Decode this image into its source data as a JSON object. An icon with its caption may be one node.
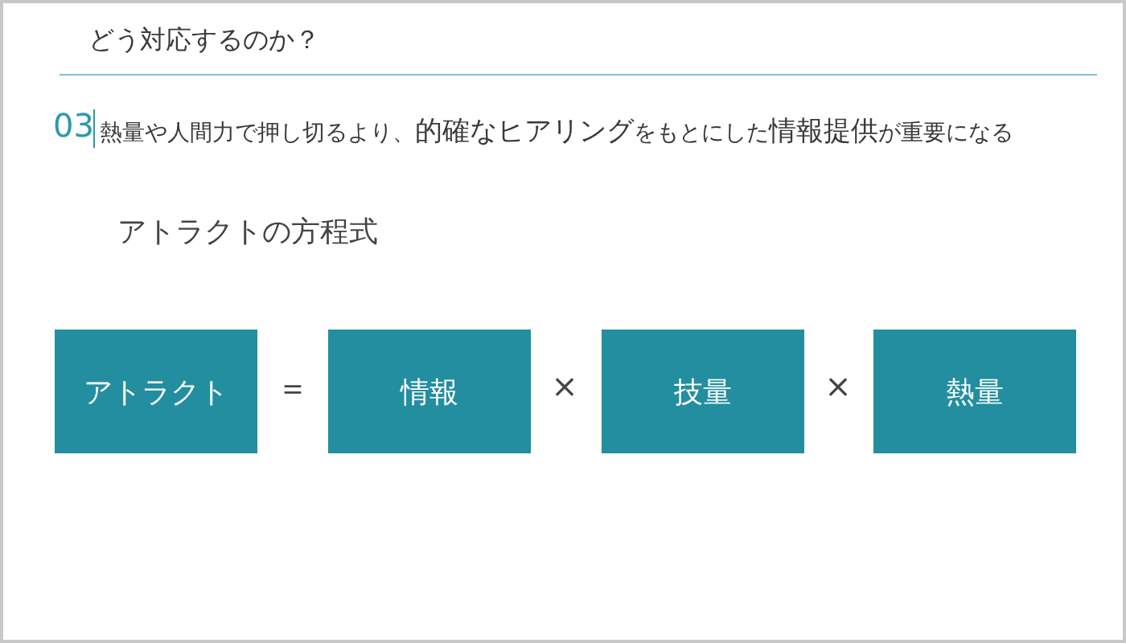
{
  "diagram": {
    "title": "どう対応するのか？",
    "nodes": [
      {
        "text": [
          "アトラクト"
        ]
      },
      {
        "text": [
          "情報"
        ]
      },
      {
        "text": [
          "技量"
        ]
      },
      {
        "text": [
          "熱量"
        ]
      }
    ],
    "labels": [
      "03",
      "熱量や人間力で押し切るより、**的確なヒアリング**をもとにした**情報提供**が重要になる",
      "アトラクトの方程式",
      "＝",
      "×",
      "×"
    ]
  }
}
